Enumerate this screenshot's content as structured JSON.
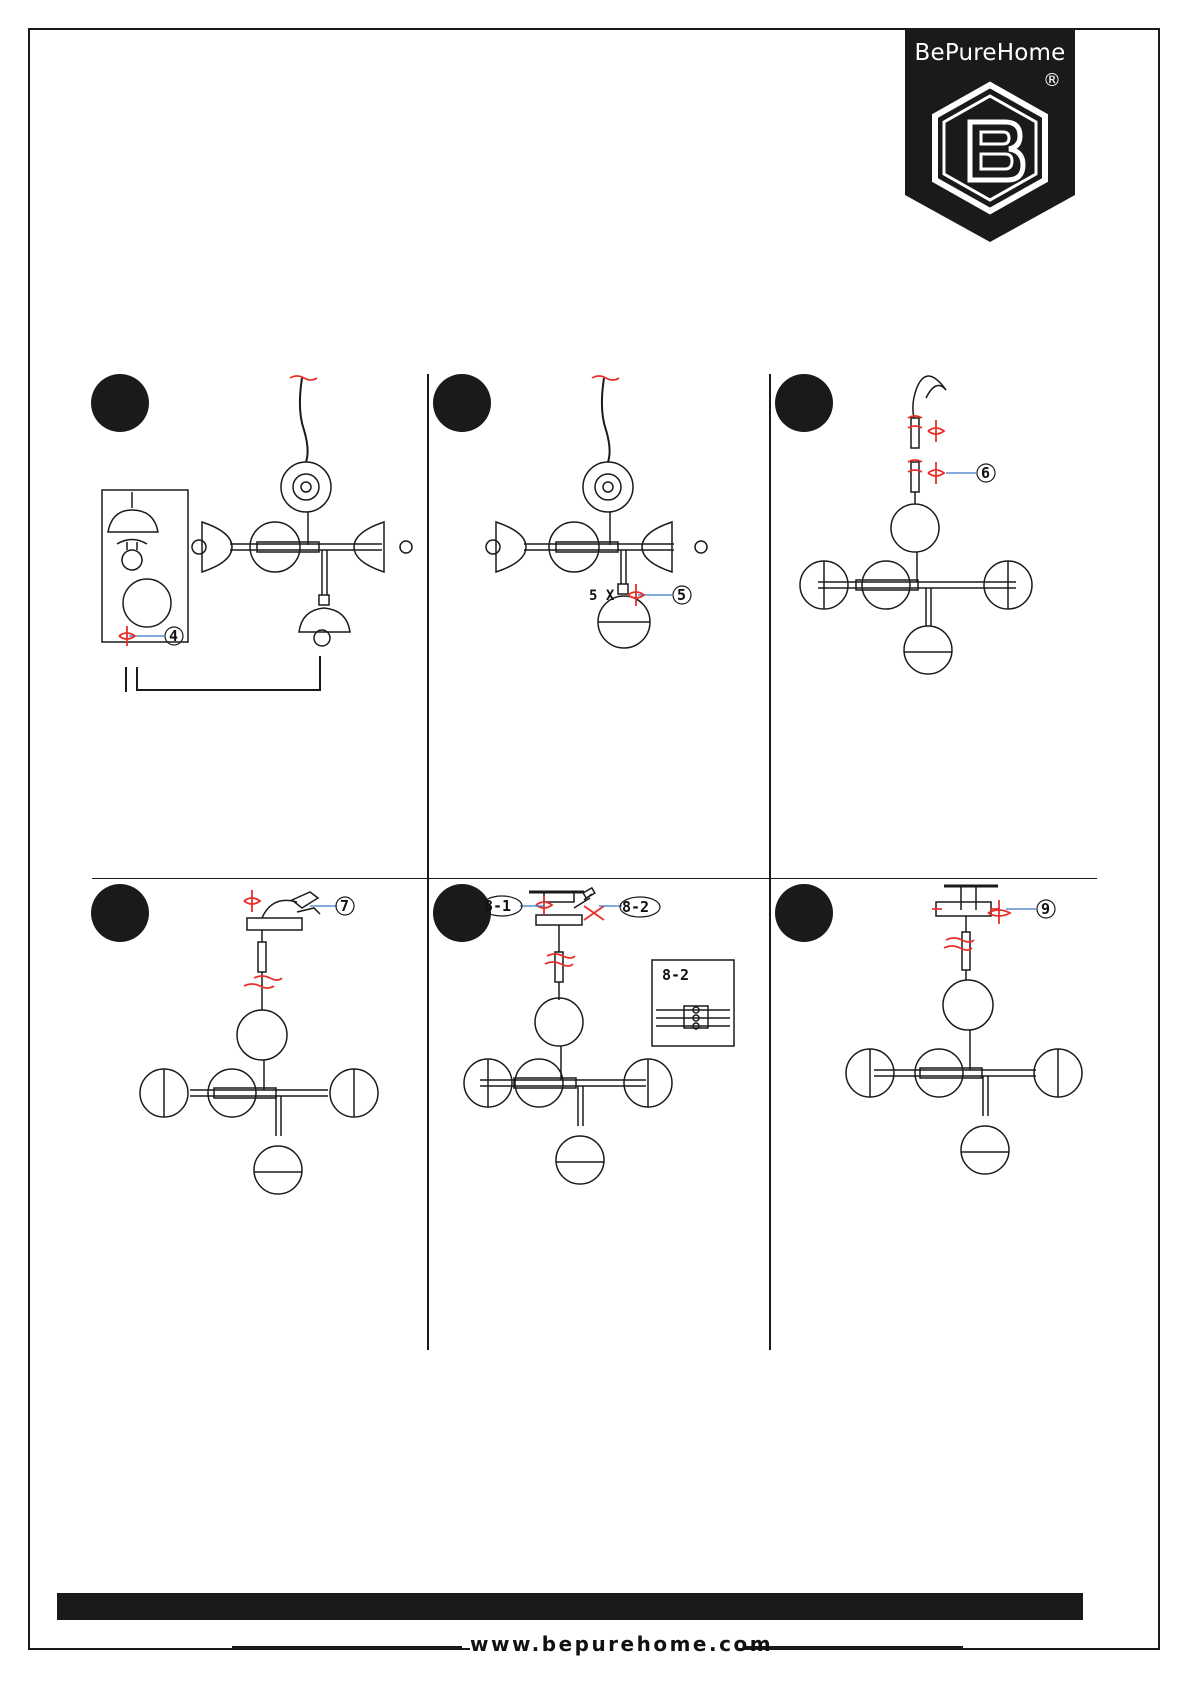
{
  "brand": {
    "name": "BePureHome",
    "registered_mark": "®",
    "website": "www.bepurehome.com"
  },
  "steps": [
    {
      "callouts": [
        "4"
      ]
    },
    {
      "quantity": "5 X",
      "callouts": [
        "5"
      ]
    },
    {
      "callouts": [
        "6"
      ]
    },
    {
      "callouts": [
        "7"
      ]
    },
    {
      "callouts": [
        "8-1",
        "8-2"
      ],
      "inset_label": "8-2"
    },
    {
      "callouts": [
        "9"
      ]
    }
  ],
  "colors": {
    "ink": "#1a1a1a",
    "instruction_red": "#e8302a",
    "leader_blue": "#3a78c8"
  }
}
